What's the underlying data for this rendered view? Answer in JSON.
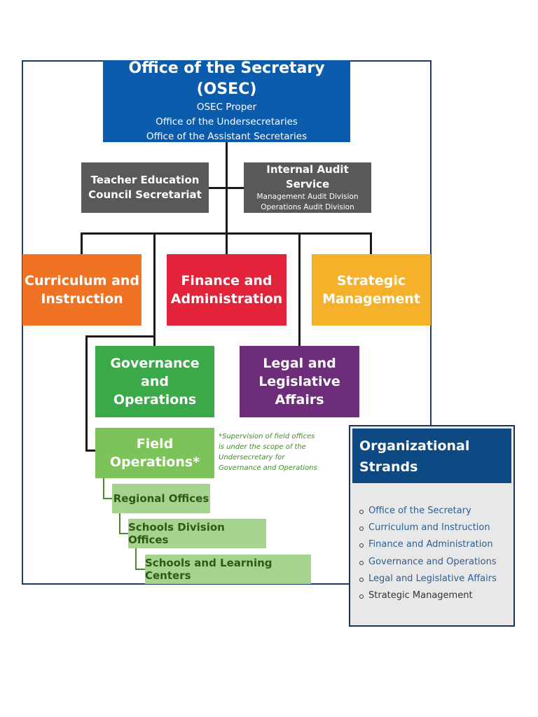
{
  "chart": {
    "osec": {
      "title": "Office of the Secretary (OSEC)",
      "lines": [
        "OSEC Proper",
        "Office of the Undersecretaries",
        "Office of the Assistant Secretaries"
      ],
      "color": "#0b5cad"
    },
    "tec": {
      "line1": "Teacher Education",
      "line2": "Council Secretariat",
      "color": "#58595b"
    },
    "ias": {
      "title": "Internal Audit Service",
      "lines": [
        "Management Audit Division",
        "Operations Audit Division"
      ],
      "color": "#58595b"
    },
    "curriculum": {
      "line1": "Curriculum and",
      "line2": "Instruction",
      "color": "#f07324"
    },
    "finance": {
      "line1": "Finance and",
      "line2": "Administration",
      "color": "#e2233a"
    },
    "strategic": {
      "line1": "Strategic",
      "line2": "Management",
      "color": "#f6b12b"
    },
    "governance": {
      "line1": "Governance and",
      "line2": "Operations",
      "color": "#3aa948"
    },
    "legal": {
      "line1": "Legal and",
      "line2": "Legislative",
      "line3": "Affairs",
      "color": "#6e2d7a"
    },
    "field": {
      "line1": "Field",
      "line2": "Operations*",
      "color": "#7cc359"
    },
    "note": [
      "*Supervision of field offices",
      "is under the scope of the",
      "Undersecretary for",
      "Governance and Operations"
    ],
    "regional": "Regional Offices",
    "sdo": "Schools Division Offices",
    "slc": "Schools and Learning Centers"
  },
  "strands": {
    "title_line1": "Organizational",
    "title_line2": "Strands",
    "items": [
      "Office of the Secretary",
      "Curriculum and Instruction",
      "Finance and Administration",
      "Governance and Operations",
      "Legal and Legislative Affairs",
      "Strategic Management"
    ],
    "header_color": "#0d4a84"
  }
}
